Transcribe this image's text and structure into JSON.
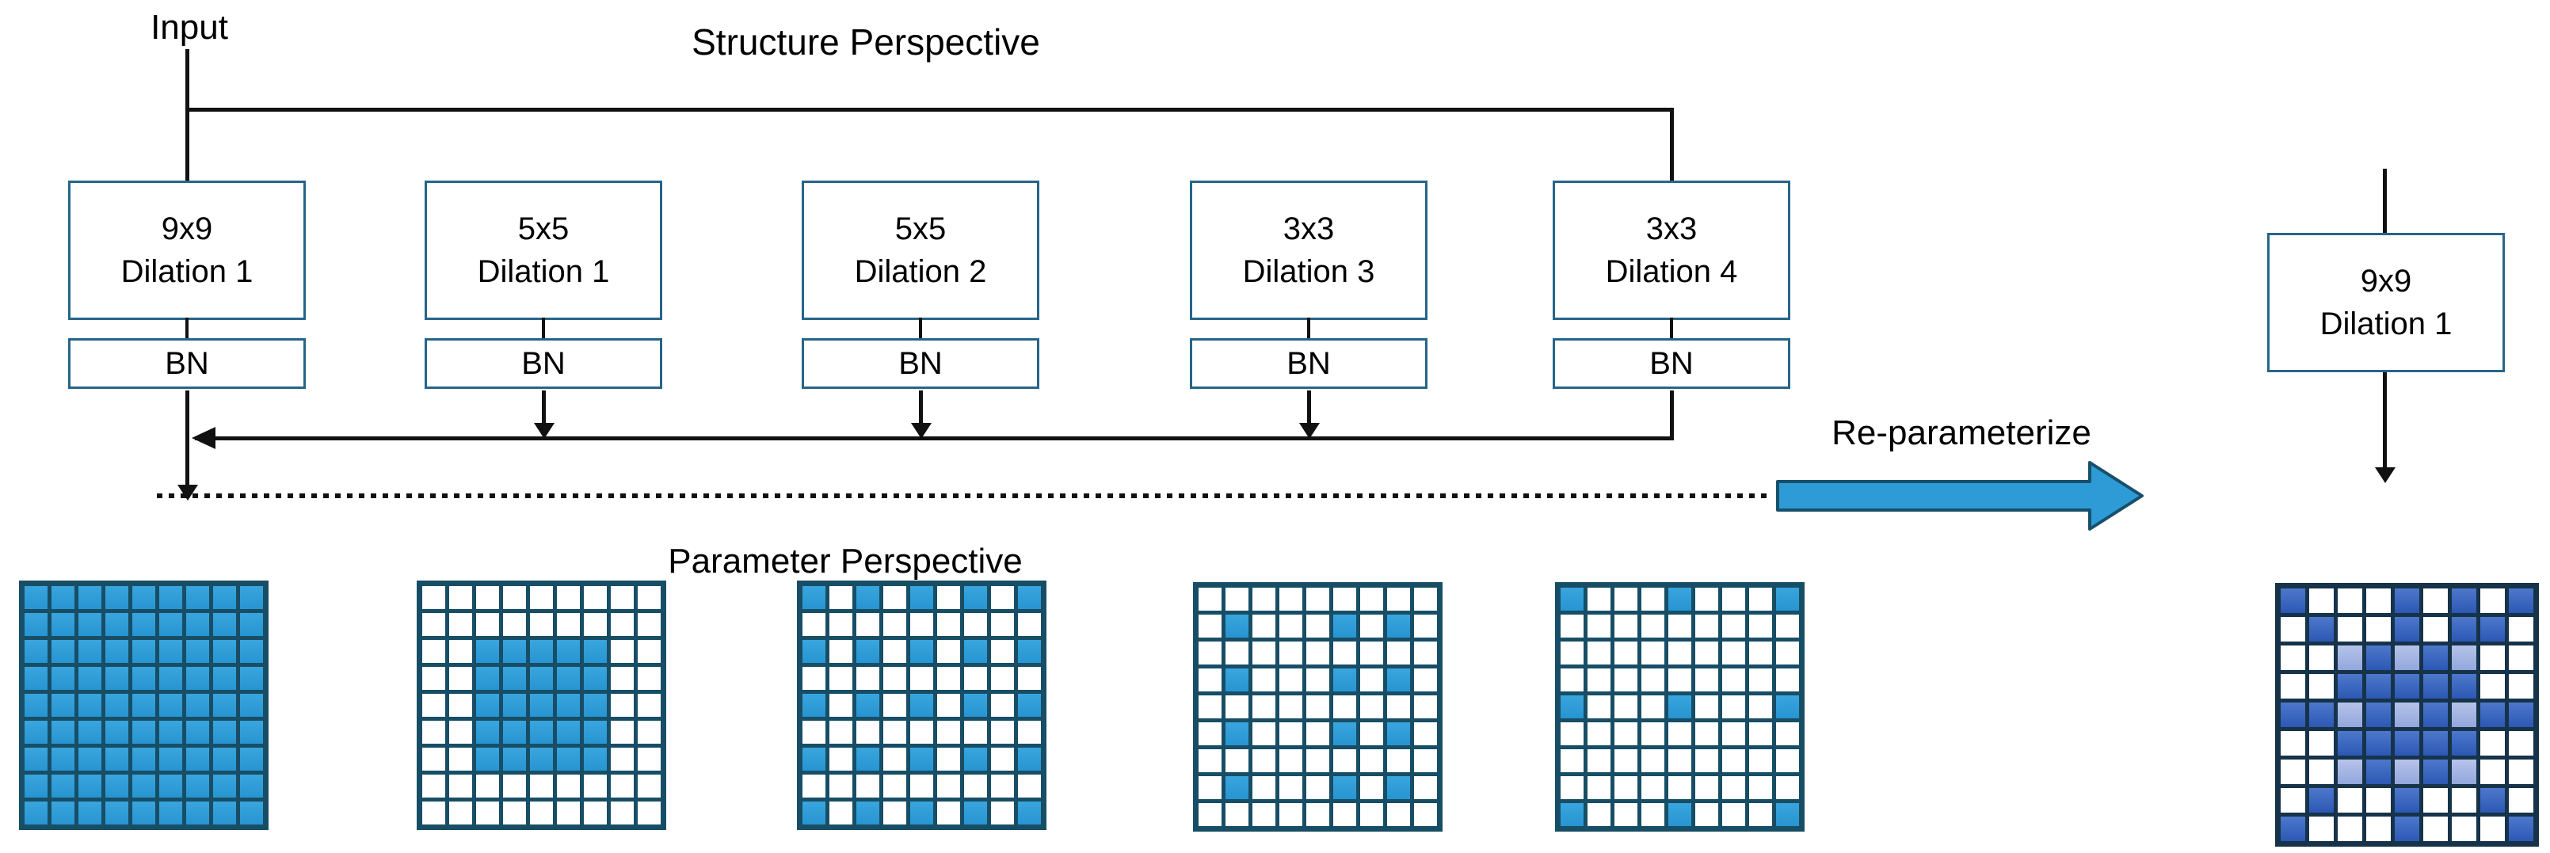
{
  "titles": {
    "input": "Input",
    "structure": "Structure Perspective",
    "parameter": "Parameter Perspective",
    "reparam": "Re-parameterize"
  },
  "branches": [
    {
      "kernel": "9x9",
      "dilation": "Dilation 1",
      "bn": "BN"
    },
    {
      "kernel": "5x5",
      "dilation": "Dilation 1",
      "bn": "BN"
    },
    {
      "kernel": "5x5",
      "dilation": "Dilation 2",
      "bn": "BN"
    },
    {
      "kernel": "3x3",
      "dilation": "Dilation 3",
      "bn": "BN"
    },
    {
      "kernel": "3x3",
      "dilation": "Dilation 4",
      "bn": "BN"
    }
  ],
  "result_box": {
    "kernel": "9x9",
    "dilation": "Dilation 1"
  },
  "grids": [
    {
      "id": "g1",
      "label": "9x9 dilation 1 kernel",
      "style": "flat",
      "pattern": [
        "BBBBBBBBB",
        "BBBBBBBBB",
        "BBBBBBBBB",
        "BBBBBBBBB",
        "BBBBBBBBB",
        "BBBBBBBBB",
        "BBBBBBBBB",
        "BBBBBBBBB",
        "BBBBBBBBB"
      ]
    },
    {
      "id": "g2",
      "label": "5x5 dilation 1 kernel",
      "style": "flat",
      "pattern": [
        "WWWWWWWWW",
        "WWWWWWWWW",
        "WWBBBBBWW",
        "WWBBBBBWW",
        "WWBBBBBWW",
        "WWBBBBBWW",
        "WWBBBBBWW",
        "WWWWWWWWW",
        "WWWWWWWWW"
      ]
    },
    {
      "id": "g3",
      "label": "5x5 dilation 2 kernel",
      "style": "flat",
      "pattern": [
        "BWBWBWBWB",
        "WWWWWWWWW",
        "BWBWBWBWB",
        "WWWWWWWWW",
        "BWBWBWBWB",
        "WWWWWWWWW",
        "BWBWBWBWB",
        "WWWWWWWWW",
        "BWBWBWBWB"
      ]
    },
    {
      "id": "g4",
      "label": "3x3 dilation 3 kernel",
      "style": "flat",
      "pattern": [
        "WWWWWWWWW",
        "WBWWWBWBW",
        "WWWWWWWWW",
        "WBWWWBWBW",
        "WWWWWWWWW",
        "WBWWWBWBW",
        "WWWWWWWWW",
        "WBWWWBWBW",
        "WWWWWWWWW"
      ]
    },
    {
      "id": "g5",
      "label": "3x3 dilation 4 kernel",
      "style": "flat",
      "pattern": [
        "BWWWBWWWB",
        "WWWWWWWWW",
        "WWWWWWWWW",
        "WWWWWWWWW",
        "BWWWBWWWB",
        "WWWWWWWWW",
        "WWWWWWWWW",
        "WWWWWWWWW",
        "BWWWBWWWB"
      ]
    },
    {
      "id": "g6",
      "label": "merged 9x9 kernel",
      "style": "royal",
      "pattern": [
        "BWWWBWBWB",
        "WBWWBWBBW",
        "WWLBLBLWW",
        "WWBBBBBWW",
        "BBLBLBLBB",
        "WWBBBBBWW",
        "WWLBLBLWW",
        "WBWWBWWBW",
        "BWWWBWWWB"
      ]
    }
  ],
  "colors": {
    "flat_blue": "#2795d2",
    "flat_blue_light": "#3aa5dd",
    "grid_border": "#174e66",
    "royal_blue": "#2c58b4",
    "royal_blue_light": "#4d78cb",
    "lavender": "#b6c3ea",
    "lavender_dark": "#92a7dc",
    "box_border": "#26658a",
    "grid6_border": "#16334a",
    "line_black": "#111111",
    "arrow_fill": "#2e9bd6",
    "arrow_stroke": "#17506b"
  }
}
